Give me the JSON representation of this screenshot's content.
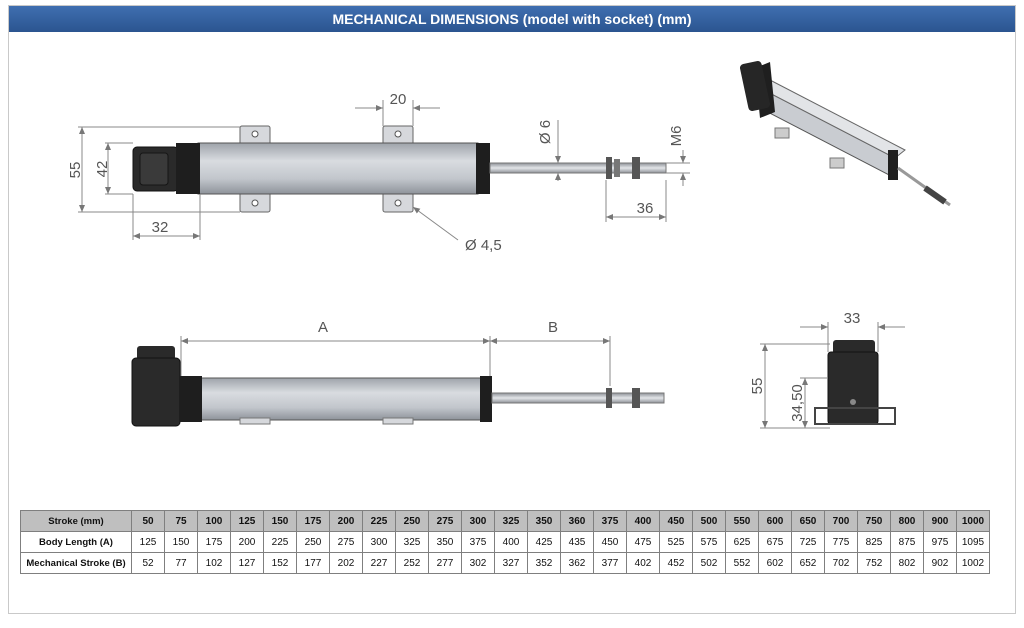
{
  "title": "MECHANICAL DIMENSIONS (model with socket) (mm)",
  "top_view_dims": {
    "overall_height": "55",
    "inner_height": "42",
    "socket_width": "32",
    "bracket_width": "20",
    "rod_diameter": "Ø 6",
    "thread": "M6",
    "rod_end_length": "36",
    "hole_diameter": "Ø 4,5"
  },
  "side_view_dims": {
    "body_label": "A",
    "stroke_label": "B"
  },
  "end_view_dims": {
    "width": "33",
    "height": "55",
    "socket_height": "34,50"
  },
  "colors": {
    "title_bg": "#2f5c9a",
    "header_row_bg": "#bfbfbf",
    "body_fill": "#c8ccd2",
    "dark_part": "#222222"
  },
  "table": {
    "rows": [
      {
        "label": "Stroke (mm)",
        "values": [
          "50",
          "75",
          "100",
          "125",
          "150",
          "175",
          "200",
          "225",
          "250",
          "275",
          "300",
          "325",
          "350",
          "360",
          "375",
          "400",
          "450",
          "500",
          "550",
          "600",
          "650",
          "700",
          "750",
          "800",
          "900",
          "1000"
        ]
      },
      {
        "label": "Body Length (A)",
        "values": [
          "125",
          "150",
          "175",
          "200",
          "225",
          "250",
          "275",
          "300",
          "325",
          "350",
          "375",
          "400",
          "425",
          "435",
          "450",
          "475",
          "525",
          "575",
          "625",
          "675",
          "725",
          "775",
          "825",
          "875",
          "975",
          "1095"
        ]
      },
      {
        "label": "Mechanical Stroke (B)",
        "values": [
          "52",
          "77",
          "102",
          "127",
          "152",
          "177",
          "202",
          "227",
          "252",
          "277",
          "302",
          "327",
          "352",
          "362",
          "377",
          "402",
          "452",
          "502",
          "552",
          "602",
          "652",
          "702",
          "752",
          "802",
          "902",
          "1002"
        ]
      }
    ]
  }
}
